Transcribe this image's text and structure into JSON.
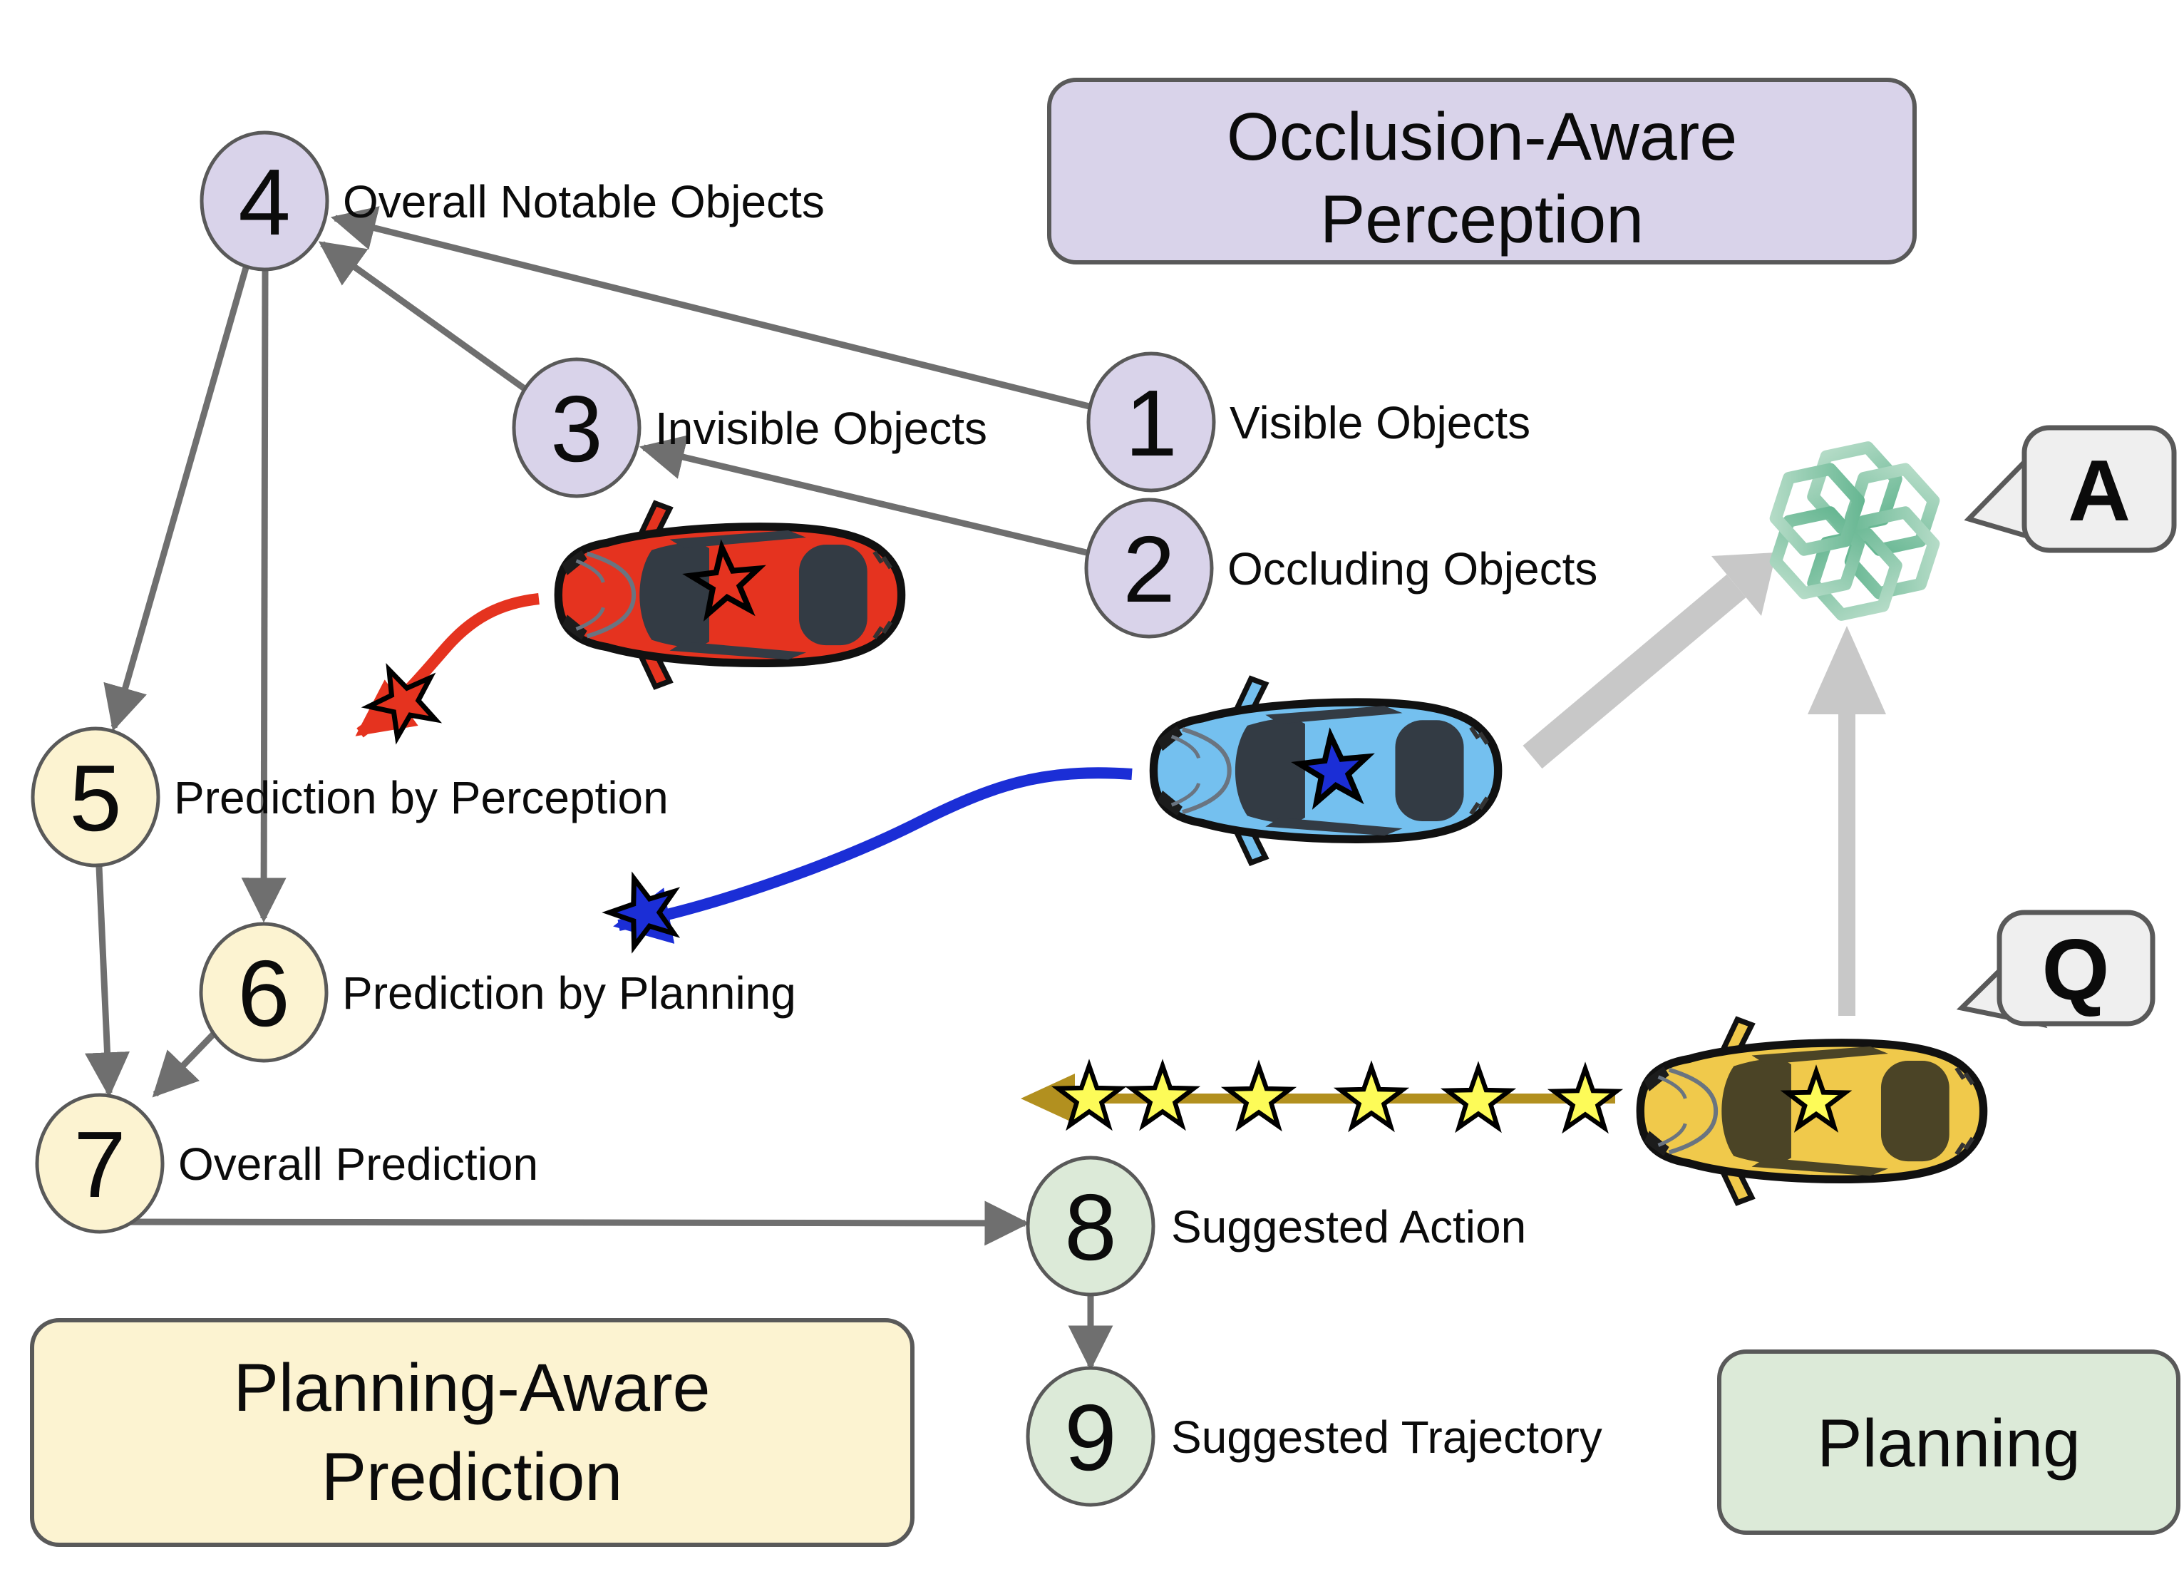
{
  "sections": {
    "occlusion_box": {
      "line1": "Occlusion-Aware",
      "line2": "Perception"
    },
    "prediction_box": {
      "line1": "Planning-Aware",
      "line2": "Prediction"
    },
    "planning_box": {
      "label": "Planning"
    }
  },
  "nodes": [
    {
      "number": "1",
      "label": "Visible Objects",
      "group": "occlusion-aware-perception"
    },
    {
      "number": "2",
      "label": "Occluding Objects",
      "group": "occlusion-aware-perception"
    },
    {
      "number": "3",
      "label": "Invisible Objects",
      "group": "occlusion-aware-perception"
    },
    {
      "number": "4",
      "label": "Overall Notable Objects",
      "group": "occlusion-aware-perception"
    },
    {
      "number": "5",
      "label": "Prediction by Perception",
      "group": "planning-aware-prediction"
    },
    {
      "number": "6",
      "label": "Prediction by Planning",
      "group": "planning-aware-prediction"
    },
    {
      "number": "7",
      "label": "Overall Prediction",
      "group": "planning-aware-prediction"
    },
    {
      "number": "8",
      "label": "Suggested Action",
      "group": "planning"
    },
    {
      "number": "9",
      "label": "Suggested Trajectory",
      "group": "planning"
    }
  ],
  "bubbles": {
    "answer_label": "A",
    "question_label": "Q"
  },
  "icons": {
    "llm": "openai-logo"
  },
  "colors": {
    "purple": "#d9d3ea",
    "cream": "#fcf3d1",
    "green": "#dcead8",
    "node_border": "#595959",
    "text": "#0b0b0b",
    "arrow_gray": "#6f6f6f",
    "thick_arrow": "#c8c8c8",
    "red_car": "#e5331f",
    "blue_car": "#74c0ef",
    "yellow_car": "#f0c94b",
    "dark_window": "#333b44",
    "yellow_window": "#4b4426",
    "blue_star": "#1b2ed6",
    "star_yellow": "#fdfb58",
    "olive_arrow": "#b2901f",
    "logo_grad_start": "#bcdfcc",
    "logo_grad_end": "#5fb38d",
    "bubble_fill": "#efefef",
    "bubble_border": "#595959"
  }
}
